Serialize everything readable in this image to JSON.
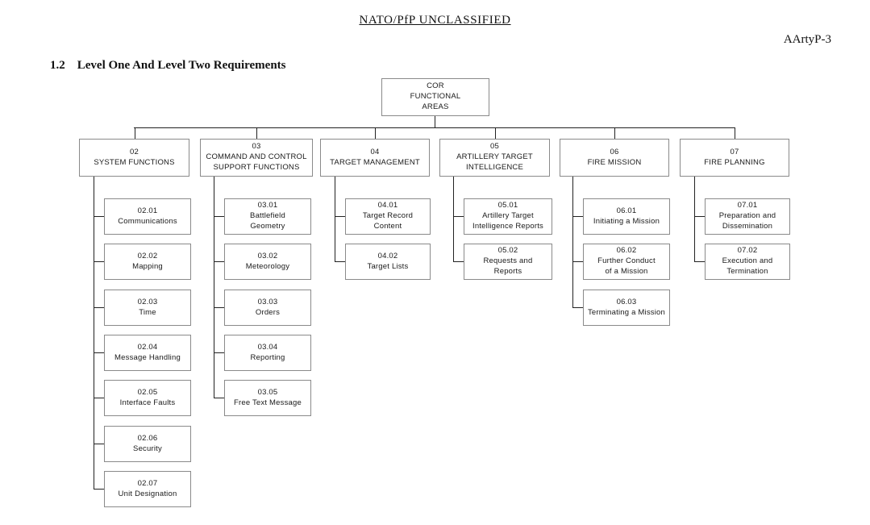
{
  "header": {
    "classification": "NATO/PfP UNCLASSIFIED",
    "doc_ref": "AArtyP-3"
  },
  "section": {
    "number": "1.2",
    "title": "Level One And Level Two Requirements"
  },
  "colors": {
    "box_border": "#8a8a8a",
    "connector": "#222222",
    "text": "#1a1a1a"
  },
  "chart": {
    "root_label": "COR\nFUNCTIONAL\nAREAS",
    "columns": [
      {
        "code": "02",
        "title": "SYSTEM FUNCTIONS",
        "children": [
          {
            "code": "02.01",
            "label": "Communications"
          },
          {
            "code": "02.02",
            "label": "Mapping"
          },
          {
            "code": "02.03",
            "label": "Time"
          },
          {
            "code": "02.04",
            "label": "Message Handling"
          },
          {
            "code": "02.05",
            "label": "Interface Faults"
          },
          {
            "code": "02.06",
            "label": "Security"
          },
          {
            "code": "02.07",
            "label": "Unit Designation"
          }
        ]
      },
      {
        "code": "03",
        "title": "COMMAND AND CONTROL\nSUPPORT FUNCTIONS",
        "children": [
          {
            "code": "03.01",
            "label": "Battlefield\nGeometry"
          },
          {
            "code": "03.02",
            "label": "Meteorology"
          },
          {
            "code": "03.03",
            "label": "Orders"
          },
          {
            "code": "03.04",
            "label": "Reporting"
          },
          {
            "code": "03.05",
            "label": "Free Text Message"
          }
        ]
      },
      {
        "code": "04",
        "title": "TARGET MANAGEMENT",
        "children": [
          {
            "code": "04.01",
            "label": "Target Record\nContent"
          },
          {
            "code": "04.02",
            "label": "Target Lists"
          }
        ]
      },
      {
        "code": "05",
        "title": "ARTILLERY TARGET\nINTELLIGENCE",
        "children": [
          {
            "code": "05.01",
            "label": "Artillery Target\nIntelligence Reports"
          },
          {
            "code": "05.02",
            "label": "Requests and\nReports"
          }
        ]
      },
      {
        "code": "06",
        "title": "FIRE MISSION",
        "children": [
          {
            "code": "06.01",
            "label": "Initiating a Mission"
          },
          {
            "code": "06.02",
            "label": "Further Conduct\nof a Mission"
          },
          {
            "code": "06.03",
            "label": "Terminating a Mission"
          }
        ]
      },
      {
        "code": "07",
        "title": "FIRE PLANNING",
        "children": [
          {
            "code": "07.01",
            "label": "Preparation and\nDissemination"
          },
          {
            "code": "07.02",
            "label": "Execution and\nTermination"
          }
        ]
      }
    ]
  }
}
